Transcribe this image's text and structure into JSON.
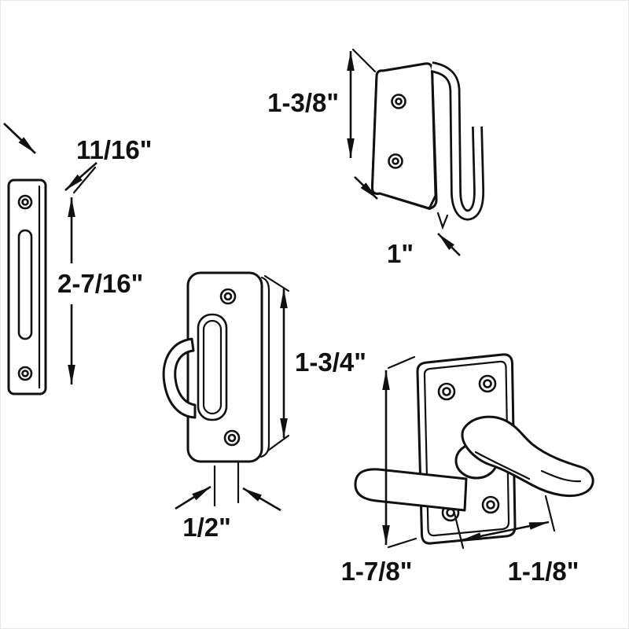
{
  "diagram": {
    "background": "#ffffff",
    "line_color": "#111111",
    "parts": [
      {
        "id": "strike-plate",
        "width_label": "11/16\"",
        "height_label": "2-7/16\""
      },
      {
        "id": "hook-keeper",
        "height_label": "1-3/8\"",
        "width_label": "1\""
      },
      {
        "id": "latch-keeper",
        "height_label": "1-3/4\"",
        "width_label": "1/2\""
      },
      {
        "id": "lever-latch",
        "height_label": "1-7/8\"",
        "width_label": "1-1/8\""
      }
    ]
  }
}
